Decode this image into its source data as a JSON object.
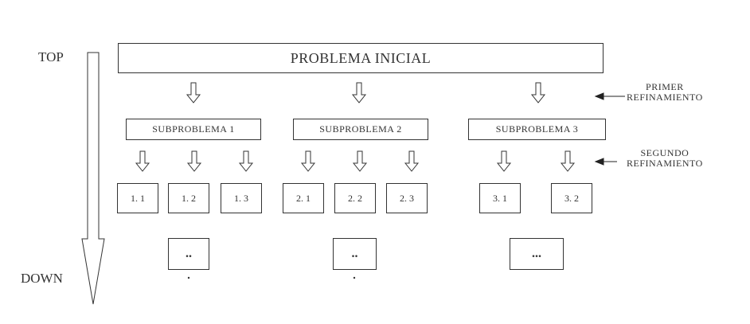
{
  "labels": {
    "top": "TOP",
    "down": "DOWN"
  },
  "problem": "PROBLEMA INICIAL",
  "subproblems": [
    "SUBPROBLEMA 1",
    "SUBPROBLEMA 2",
    "SUBPROBLEMA 3"
  ],
  "subtasks": [
    "1. 1",
    "1. 2",
    "1. 3",
    "2. 1",
    "2. 2",
    "2. 3",
    "3. 1",
    "3. 2"
  ],
  "continuations": [
    "..",
    "..",
    "..."
  ],
  "side_labels": {
    "first": [
      "PRIMER",
      "REFINAMIENTO"
    ],
    "second": [
      "SEGUNDO",
      "REFINAMIENTO"
    ]
  }
}
